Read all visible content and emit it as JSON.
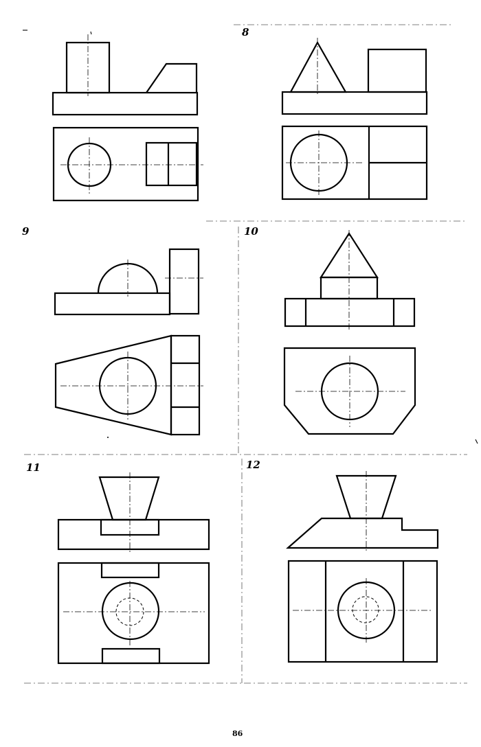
{
  "exercises": [
    {
      "number": ""
    },
    {
      "number": "8"
    },
    {
      "number": "9"
    },
    {
      "number": "10"
    },
    {
      "number": "11"
    },
    {
      "number": "12"
    }
  ],
  "page": {
    "number": "86"
  },
  "style": {
    "line_color": "#000000",
    "paper_color": "#ffffff"
  }
}
